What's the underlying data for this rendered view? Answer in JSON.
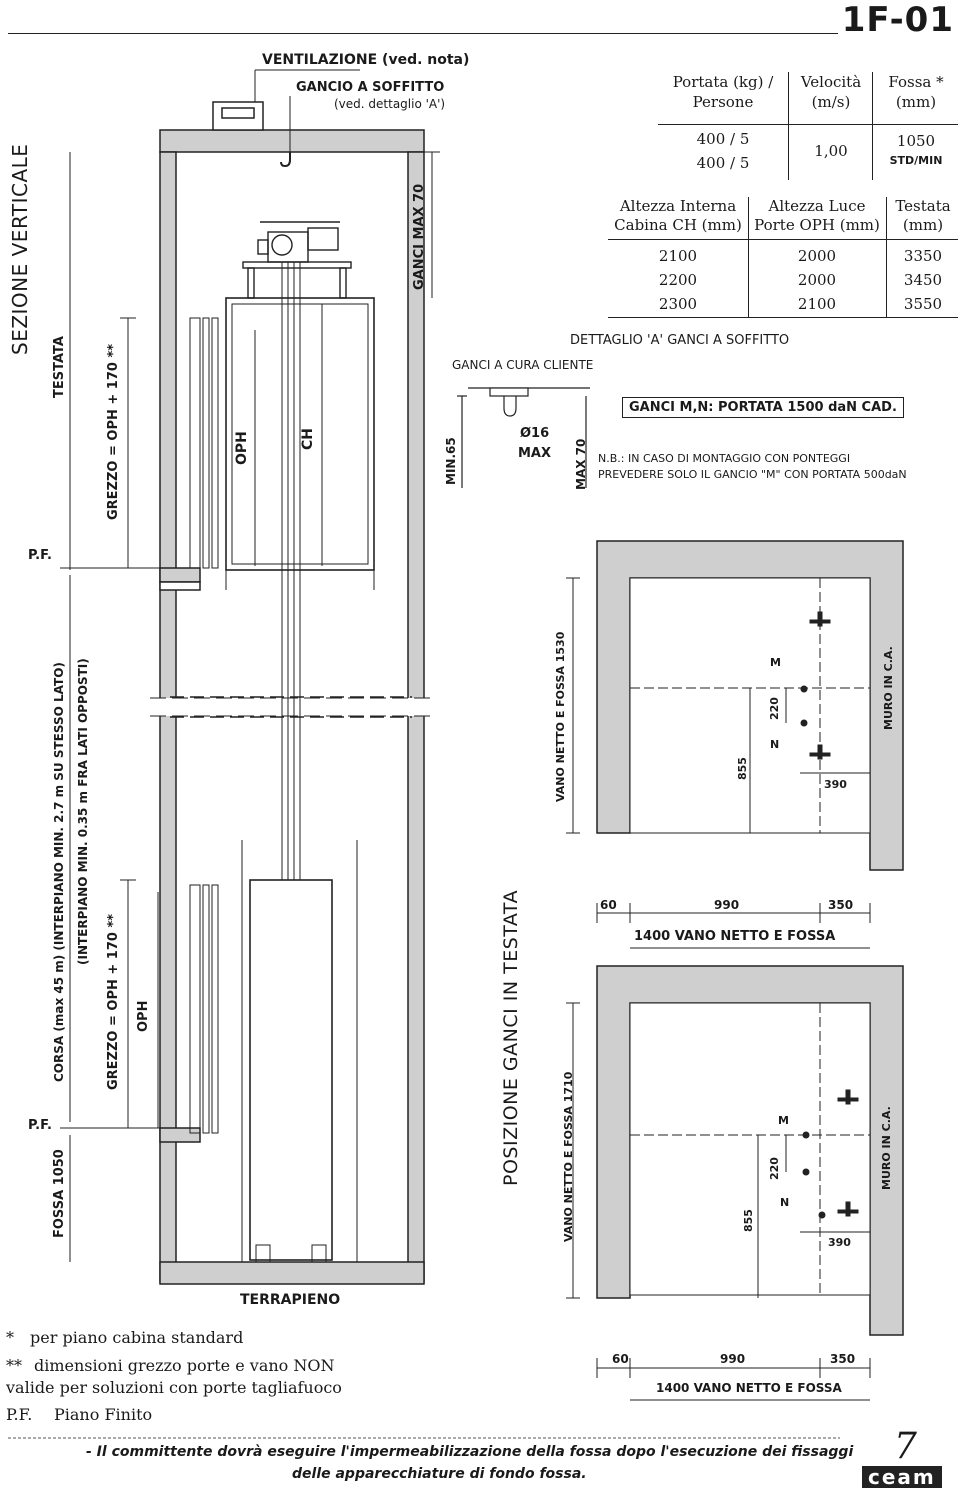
{
  "sheet_id": "1F-01",
  "page_number": "7",
  "brand": "ceam",
  "section_title": "SEZIONE VERTICALE",
  "section": {
    "ventilazione": "VENTILAZIONE (ved. nota)",
    "gancio_soffitto": "GANCIO A SOFFITTO",
    "gancio_soffitto_ref": "(ved. dettaglio 'A')",
    "ganci_max": "GANCI MAX 70",
    "testata": "TESTATA",
    "grezzo_top": "GREZZO = OPH + 170 **",
    "oph_top": "OPH",
    "ch": "CH",
    "pf_top": "P.F.",
    "corsa_1": "CORSA (max 45 m) (INTERPIANO MIN. 2.7 m SU STESSO LATO)",
    "corsa_2": "(INTERPIANO MIN. 0.35 m FRA LATI OPPOSTI)",
    "grezzo_bottom": "GREZZO = OPH + 170 **",
    "oph_bottom": "OPH",
    "pf_bottom": "P.F.",
    "fossa": "FOSSA 1050",
    "terrapieno": "TERRAPIENO"
  },
  "spec_table_1": {
    "headers": [
      "Portata (kg) / Persone",
      "Velocità (m/s)",
      "Fossa * (mm)"
    ],
    "portata": [
      "400 / 5",
      "400 / 5"
    ],
    "velocita": "1,00",
    "fossa": "1050",
    "fossa_note": "STD/MIN"
  },
  "spec_table_2": {
    "headers": [
      "Altezza Interna Cabina CH (mm)",
      "Altezza Luce Porte OPH (mm)",
      "Testata (mm)"
    ],
    "rows": [
      [
        "2100",
        "2000",
        "3350"
      ],
      [
        "2200",
        "2000",
        "3450"
      ],
      [
        "2300",
        "2100",
        "3550"
      ]
    ]
  },
  "detail_a": {
    "title": "DETTAGLIO 'A' GANCI A SOFFITTO",
    "cura_cliente": "GANCI A CURA CLIENTE",
    "min": "MIN.65",
    "diam": "Ø16",
    "diam_max": "MAX",
    "max70": "MAX 70",
    "portata_box": "GANCI M,N: PORTATA 1500 daN CAD.",
    "nb_1": "N.B.: IN CASO DI MONTAGGIO CON PONTEGGI",
    "nb_2": "PREVEDERE SOLO IL GANCIO \"M\" CON PORTATA 500daN"
  },
  "posizione_title": "POSIZIONE GANCI IN TESTATA",
  "plan_1": {
    "vano_label": "VANO NETTO E FOSSA 1530",
    "d855": "855",
    "d220": "220",
    "d390": "390",
    "m": "M",
    "n": "N",
    "muro": "MURO IN C.A.",
    "d60": "60",
    "d990": "990",
    "d350": "350",
    "total": "1400 VANO NETTO E FOSSA"
  },
  "plan_2": {
    "vano_label": "VANO NETTO E FOSSA 1710",
    "d855": "855",
    "d220": "220",
    "d390": "390",
    "m": "M",
    "n": "N",
    "muro": "MURO IN C.A.",
    "d60": "60",
    "d990": "990",
    "d350": "350",
    "total": "1400 VANO NETTO E FOSSA"
  },
  "notes": {
    "star_mark": "*",
    "star_text": "per piano cabina standard",
    "dstar_mark": "**",
    "dstar_text_1": "dimensioni grezzo porte e vano NON",
    "dstar_text_2": "valide per soluzioni con porte tagliafuoco",
    "pf_mark": "P.F.",
    "pf_text": "Piano Finito"
  },
  "footer_1": "- Il committente dovrà eseguire l'impermeabilizzazione della fossa dopo l'esecuzione dei fissaggi",
  "footer_2": "delle apparecchiature di fondo fossa."
}
